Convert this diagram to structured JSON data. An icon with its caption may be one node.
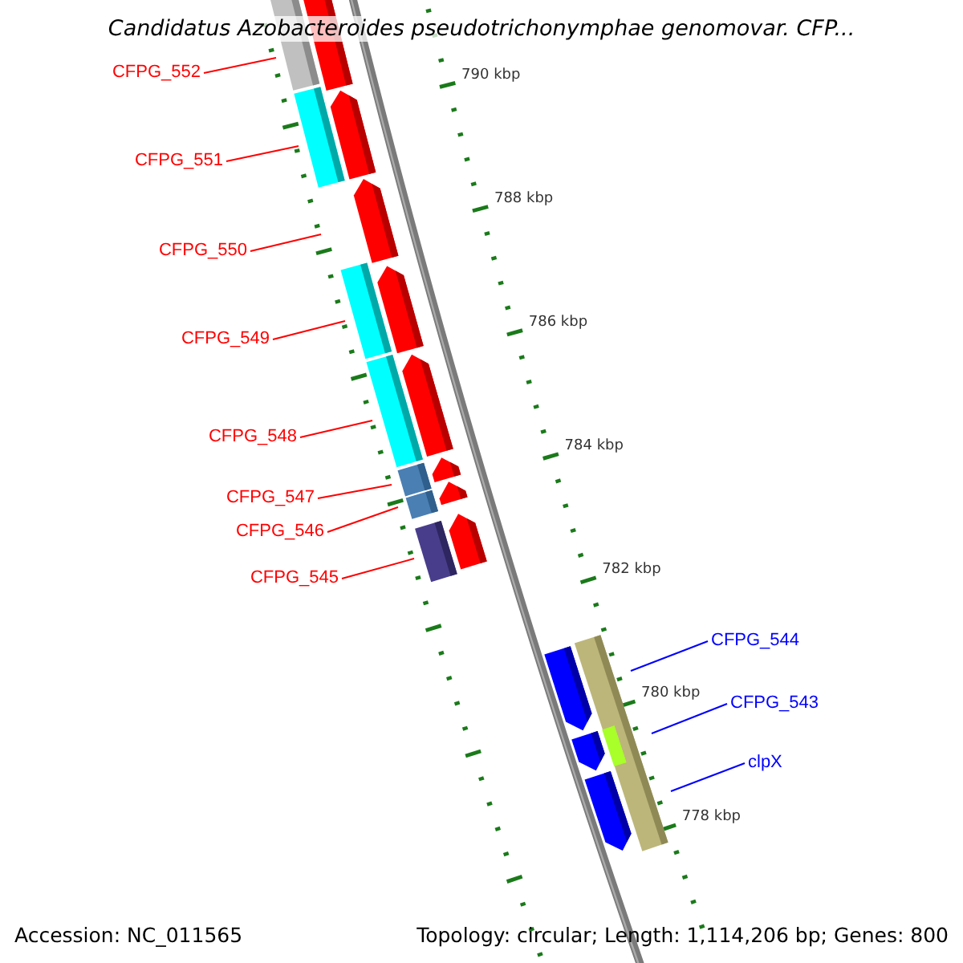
{
  "diagram": {
    "title": "Candidatus Azobacteroides pseudotrichonymphae genomovar. CFP...",
    "nodes": [
      {
        "text": [
          "CFPG_552"
        ]
      },
      {
        "text": [
          "CFPG_551"
        ]
      },
      {
        "text": [
          "CFPG_550"
        ]
      },
      {
        "text": [
          "CFPG_549"
        ]
      },
      {
        "text": [
          "CFPG_548"
        ]
      },
      {
        "text": [
          "CFPG_547"
        ]
      },
      {
        "text": [
          "CFPG_546"
        ]
      },
      {
        "text": [
          "CFPG_545"
        ]
      },
      {
        "text": [
          "CFPG_544"
        ]
      },
      {
        "text": [
          "CFPG_543"
        ]
      },
      {
        "text": [
          "clpX"
        ]
      }
    ],
    "edges": [
      {
        "from": 0,
        "to": null,
        "arrow": "none"
      },
      {
        "from": 1,
        "to": null,
        "arrow": "none"
      },
      {
        "from": 2,
        "to": null,
        "arrow": "none"
      },
      {
        "from": 3,
        "to": null,
        "arrow": "none"
      },
      {
        "from": 4,
        "to": null,
        "arrow": "none"
      },
      {
        "from": 5,
        "to": null,
        "arrow": "none"
      },
      {
        "from": 6,
        "to": null,
        "arrow": "none"
      },
      {
        "from": 7,
        "to": null,
        "arrow": "none"
      },
      {
        "from": 8,
        "to": null,
        "arrow": "none",
        "color": "#0000ff"
      },
      {
        "from": 9,
        "to": null,
        "arrow": "none",
        "color": "#0000ff"
      },
      {
        "from": 10,
        "to": null,
        "arrow": "none",
        "color": "#0000ff"
      }
    ],
    "labels": [
      "790 kbp",
      "788 kbp",
      "786 kbp",
      "784 kbp",
      "782 kbp",
      "780 kbp",
      "778 kbp",
      "Accession: NC_011565",
      "Topology: circular; Length: 1,114,206 bp; Genes: 800"
    ]
  }
}
